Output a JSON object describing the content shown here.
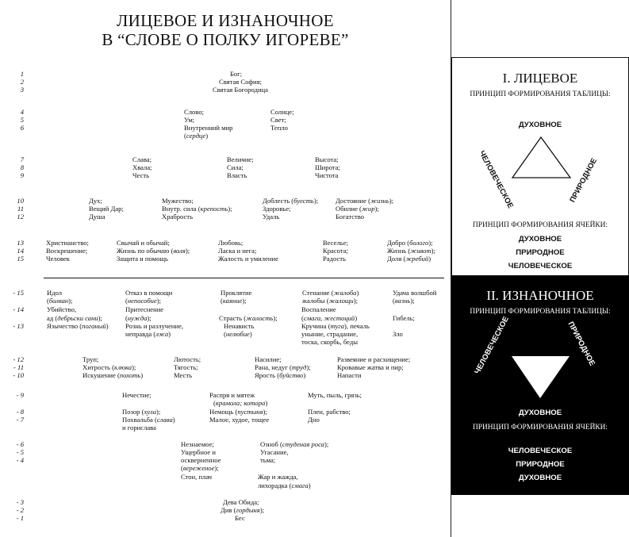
{
  "title_lines": [
    "ЛИЦЕВОЕ И ИЗНАНОЧНОЕ",
    "В “СЛОВЕ О ПОЛКУ ИГОРЕВЕ”"
  ],
  "rows": [
    {
      "n": "1",
      "cells": [
        "Бог;"
      ]
    },
    {
      "n": "2",
      "cells": [
        "Святая София;"
      ]
    },
    {
      "n": "3",
      "cells": [
        "Святая Богородица"
      ]
    },
    {
      "n": "4",
      "cells": [
        "Слово;",
        "Солнце;"
      ]
    },
    {
      "n": "5",
      "cells": [
        "Ум;",
        "Свет;"
      ]
    },
    {
      "n": "6",
      "cells": [
        "Внутренний мир",
        "Тепло"
      ]
    },
    {
      "n": "",
      "cells": [
        "(сердце)"
      ]
    },
    {
      "n": "7",
      "cells": [
        "Слава;",
        "Величие;",
        "Высота;"
      ]
    },
    {
      "n": "8",
      "cells": [
        "Хвала;",
        "Сила;",
        "Широта;"
      ]
    },
    {
      "n": "9",
      "cells": [
        "Честь",
        "Власть",
        "Чистота"
      ]
    },
    {
      "n": "10",
      "cells": [
        "Дух;",
        "Мужество;",
        "Доблесть (буесть);",
        "Достояние (жизнь);"
      ]
    },
    {
      "n": "11",
      "cells": [
        "Вещий Дар;",
        "Внутр. сила (крепость);",
        "Здоровье;",
        "Обилие (жир);"
      ]
    },
    {
      "n": "12",
      "cells": [
        "Душа",
        "Храбрость",
        "Удаль",
        "Богатство"
      ]
    },
    {
      "n": "13",
      "cells": [
        "Христианство;",
        "Свычай и обычай;",
        "Любовь;",
        "Веселье;",
        "Добро (болого);"
      ]
    },
    {
      "n": "14",
      "cells": [
        "Воскрешение;",
        "Жизнь по обычаю (воля);",
        "Ласка и нега;",
        "Красота;",
        "Жизнь (живот);"
      ]
    },
    {
      "n": "15",
      "cells": [
        "Человек",
        "Защита и помощь",
        "Жалость и умиление",
        "Радость",
        "Доля (жребий)"
      ]
    },
    {
      "n": "- 15",
      "cells": [
        "Идол",
        "Отказ в помощи",
        "Проклятие",
        "Стенание (жалоба)",
        "Удача волшбой"
      ]
    },
    {
      "n": "",
      "cells": [
        "(болван);",
        "(непособие);",
        "(каяние);",
        "жалобы (жалощи);",
        "(вазнь);"
      ]
    },
    {
      "n": "- 14",
      "cells": [
        "Убийство,",
        "Притеснение",
        "Воспаление"
      ]
    },
    {
      "n": "",
      "cells": [
        "ад (дебрьски сани);",
        "(нужда);",
        "Страсть (жалость);",
        "(смага, жестоций)",
        "Гибель;"
      ]
    },
    {
      "n": "- 13",
      "cells": [
        "Язычество (поганый)",
        "Рознь и разлучение,",
        "Ненависть",
        "Кручина (туга), печаль"
      ]
    },
    {
      "n": "",
      "cells": [
        "неправда (лжа)",
        "(нелюбие)",
        "уныние, страдание,",
        "Зло"
      ]
    },
    {
      "n": "",
      "cells": [
        "тоска, скорбь, беды"
      ]
    },
    {
      "n": "- 12",
      "cells": [
        "Труп;",
        "Лютость;",
        "Насилие;",
        "Развеяние и расхищение;"
      ]
    },
    {
      "n": "- 11",
      "cells": [
        "Хитрость (клюка);",
        "Тягость;",
        "Рана, недуг (труд);",
        "Кровавые жатва и пир;"
      ]
    },
    {
      "n": "- 10",
      "cells": [
        "Искушение (похоть)",
        "Месть",
        "Ярость (буйство)",
        "Напасти"
      ]
    },
    {
      "n": "- 9",
      "cells": [
        "Нечестие;",
        "Распря и мятеж",
        "Муть, пыль, грязь;"
      ]
    },
    {
      "n": "",
      "cells": [
        "(крамола; котора)"
      ]
    },
    {
      "n": "- 8",
      "cells": [
        "Позор (хула);",
        "Немощь (пустыня);",
        "Плен, рабство;"
      ]
    },
    {
      "n": "- 7",
      "cells": [
        "Похвальба (слава)",
        "Малое, худое, тощее",
        "Дно"
      ]
    },
    {
      "n": "",
      "cells": [
        "и горислава"
      ]
    },
    {
      "n": "- 6",
      "cells": [
        "Незнаемое;",
        "Озноб (студеная роса);"
      ]
    },
    {
      "n": "- 5",
      "cells": [
        "Ущербное и",
        "Угасание,"
      ]
    },
    {
      "n": "- 4",
      "cells": [
        "оскверненное",
        "тьма;"
      ]
    },
    {
      "n": "",
      "cells": [
        "(вереженое);"
      ]
    },
    {
      "n": "",
      "cells": [
        "Стон, плач",
        "Жар и жажда,"
      ]
    },
    {
      "n": "",
      "cells": [
        "лихорадка (смага)"
      ]
    },
    {
      "n": "- 3",
      "cells": [
        "Дева Обида;"
      ]
    },
    {
      "n": "- 2",
      "cells": [
        "Див (гордыня);"
      ]
    },
    {
      "n": "- 1",
      "cells": [
        "Бес"
      ]
    }
  ],
  "panel_front": {
    "heading": "I. ЛИЦЕВОЕ",
    "table_principle": "ПРИНЦИП ФОРМИРОВАНИЯ ТАБЛИЦЫ:",
    "triangle": {
      "top": "ДУХОВНОЕ",
      "left": "ЧЕЛОВЕЧЕСКОЕ",
      "right": "ПРИРОДНОЕ"
    },
    "cell_principle": "ПРИНЦИП ФОРМИРОВАНИЯ ЯЧЕЙКИ:",
    "cell_order": [
      "ДУХОВНОЕ",
      "ПРИРОДНОЕ",
      "ЧЕЛОВЕЧЕСКОЕ"
    ]
  },
  "panel_back": {
    "heading": "II. ИЗНАНОЧНОЕ",
    "table_principle": "ПРИНЦИП ФОРМИРОВАНИЯ ТАБЛИЦЫ:",
    "triangle": {
      "bottom": "ДУХОВНОЕ",
      "left": "ЧЕЛОВЕЧЕСКОЕ",
      "right": "ПРИРОДНОЕ"
    },
    "cell_principle": "ПРИНЦИП ФОРМИРОВАНИЯ ЯЧЕЙКИ:",
    "cell_order": [
      "ЧЕЛОВЕЧЕСКОЕ",
      "ПРИРОДНОЕ",
      "ДУХОВНОЕ"
    ]
  },
  "colors": {
    "ink": "#111111",
    "panel_back": "#000000",
    "paper": "#ffffff"
  }
}
